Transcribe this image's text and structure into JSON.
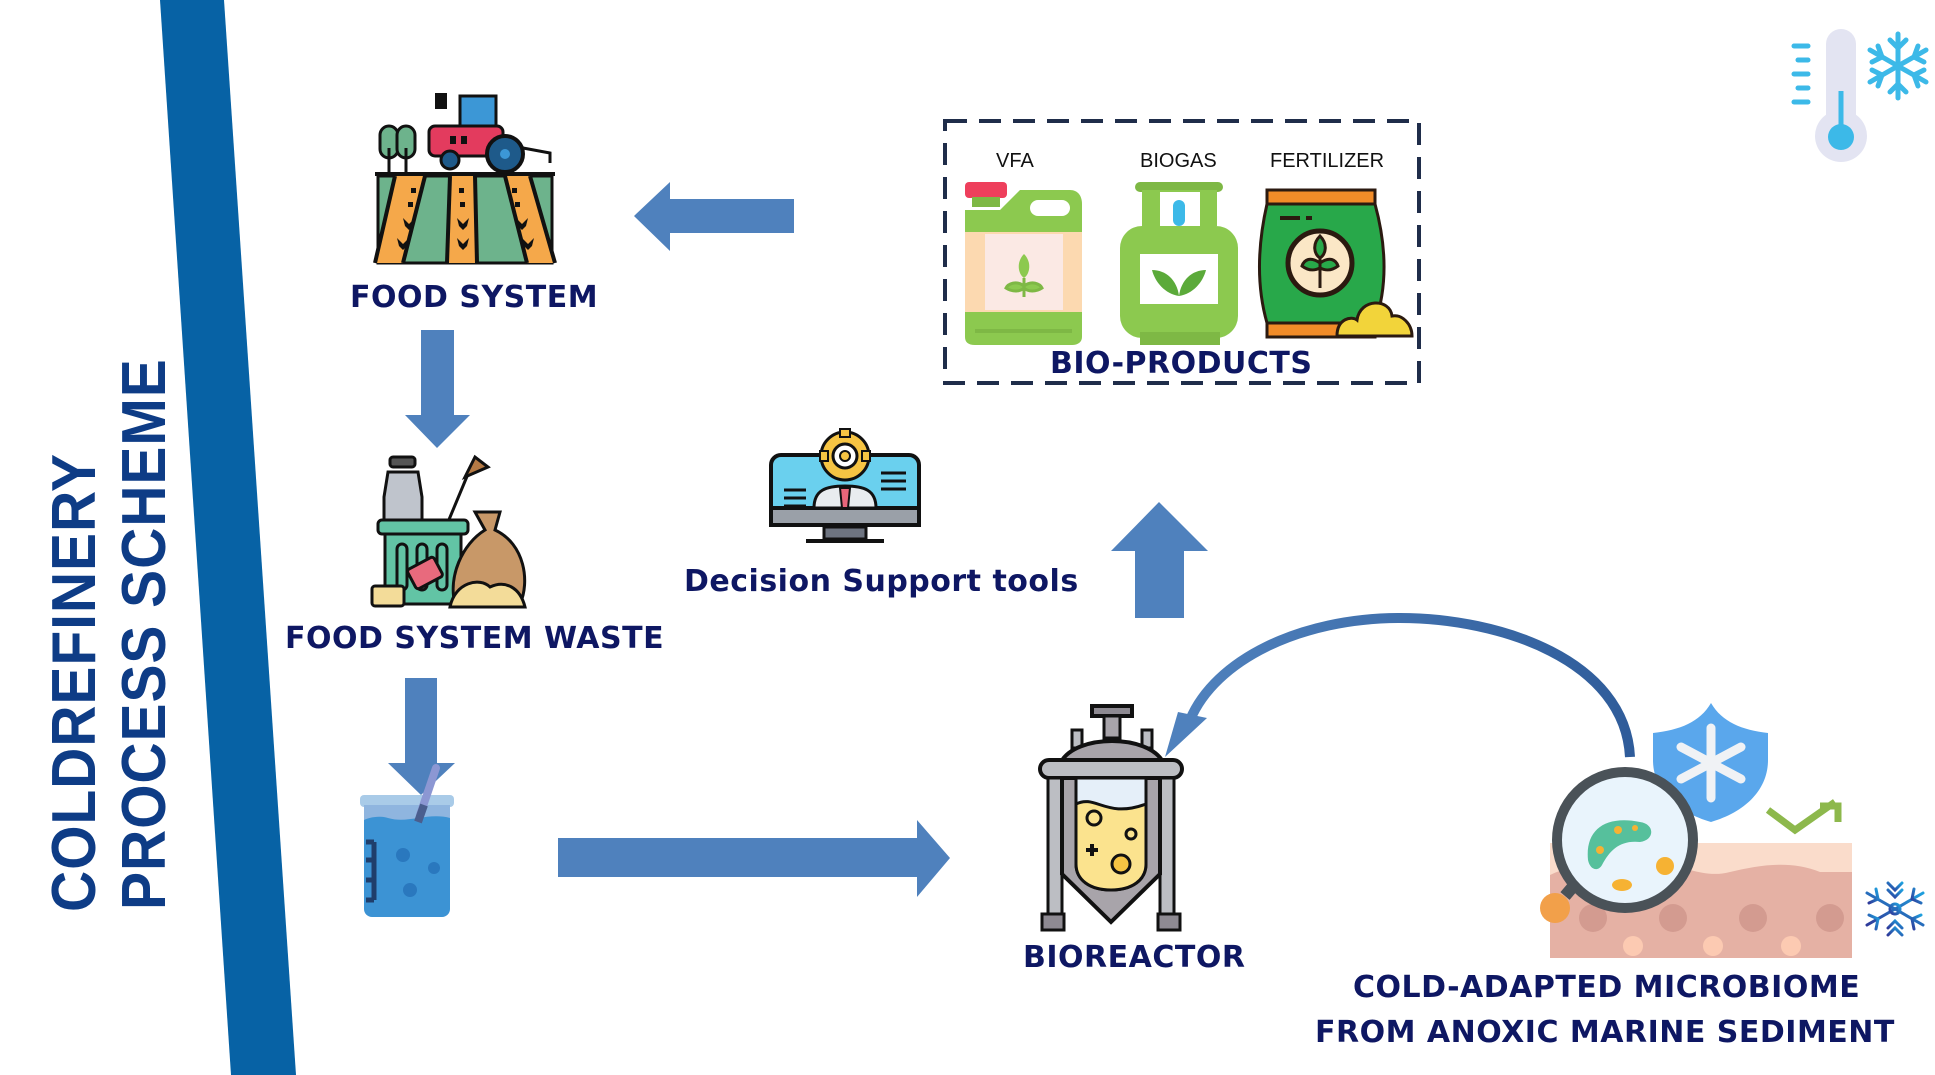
{
  "title": {
    "line1": "COLDREFINERY",
    "line2": "PROCESS SCHEME"
  },
  "nodes": {
    "food_system": {
      "label": "FOOD SYSTEM",
      "icon": "tractor-farm-icon"
    },
    "food_system_waste": {
      "label": "FOOD SYSTEM WASTE",
      "icon": "food-waste-bin-icon"
    },
    "pretreatment": {
      "label": "",
      "icon": "beaker-slurry-icon"
    },
    "decision_support": {
      "label": "Decision Support tools",
      "icon": "monitor-gear-person-icon"
    },
    "bioreactor": {
      "label": "BIOREACTOR",
      "icon": "bioreactor-tank-icon"
    },
    "microbiome": {
      "label_line1": "COLD-ADAPTED MICROBIOME",
      "label_line2": "FROM ANOXIC  MARINE SEDIMENT",
      "icon": "magnifier-bacteria-sediment-icon"
    },
    "bio_products": {
      "label": "BIO-PRODUCTS",
      "items": [
        {
          "label": "VFA",
          "icon": "jerrycan-icon"
        },
        {
          "label": "BIOGAS",
          "icon": "gas-cylinder-icon"
        },
        {
          "label": "FERTILIZER",
          "icon": "fertilizer-bag-icon"
        }
      ]
    }
  },
  "flows": [
    {
      "from": "bio_products",
      "to": "food_system",
      "direction": "left"
    },
    {
      "from": "food_system",
      "to": "food_system_waste",
      "direction": "down"
    },
    {
      "from": "food_system_waste",
      "to": "pretreatment",
      "direction": "down"
    },
    {
      "from": "pretreatment",
      "to": "bioreactor",
      "direction": "right"
    },
    {
      "from": "bioreactor",
      "to": "bio_products",
      "direction": "up"
    },
    {
      "from": "microbiome",
      "to": "bioreactor",
      "direction": "curved"
    }
  ],
  "decor": {
    "top_right": "thermometer-snowflake-icon",
    "bottom_right": "snowflake-icon",
    "shield": "shield-snowflake-icon",
    "trend": "check-arrow-icon"
  },
  "colors": {
    "band": "#0762A5",
    "title": "#0E3C86",
    "label": "#0E1763",
    "arrow": "#4F81BD",
    "dashed_border": "#1F2D4A"
  }
}
